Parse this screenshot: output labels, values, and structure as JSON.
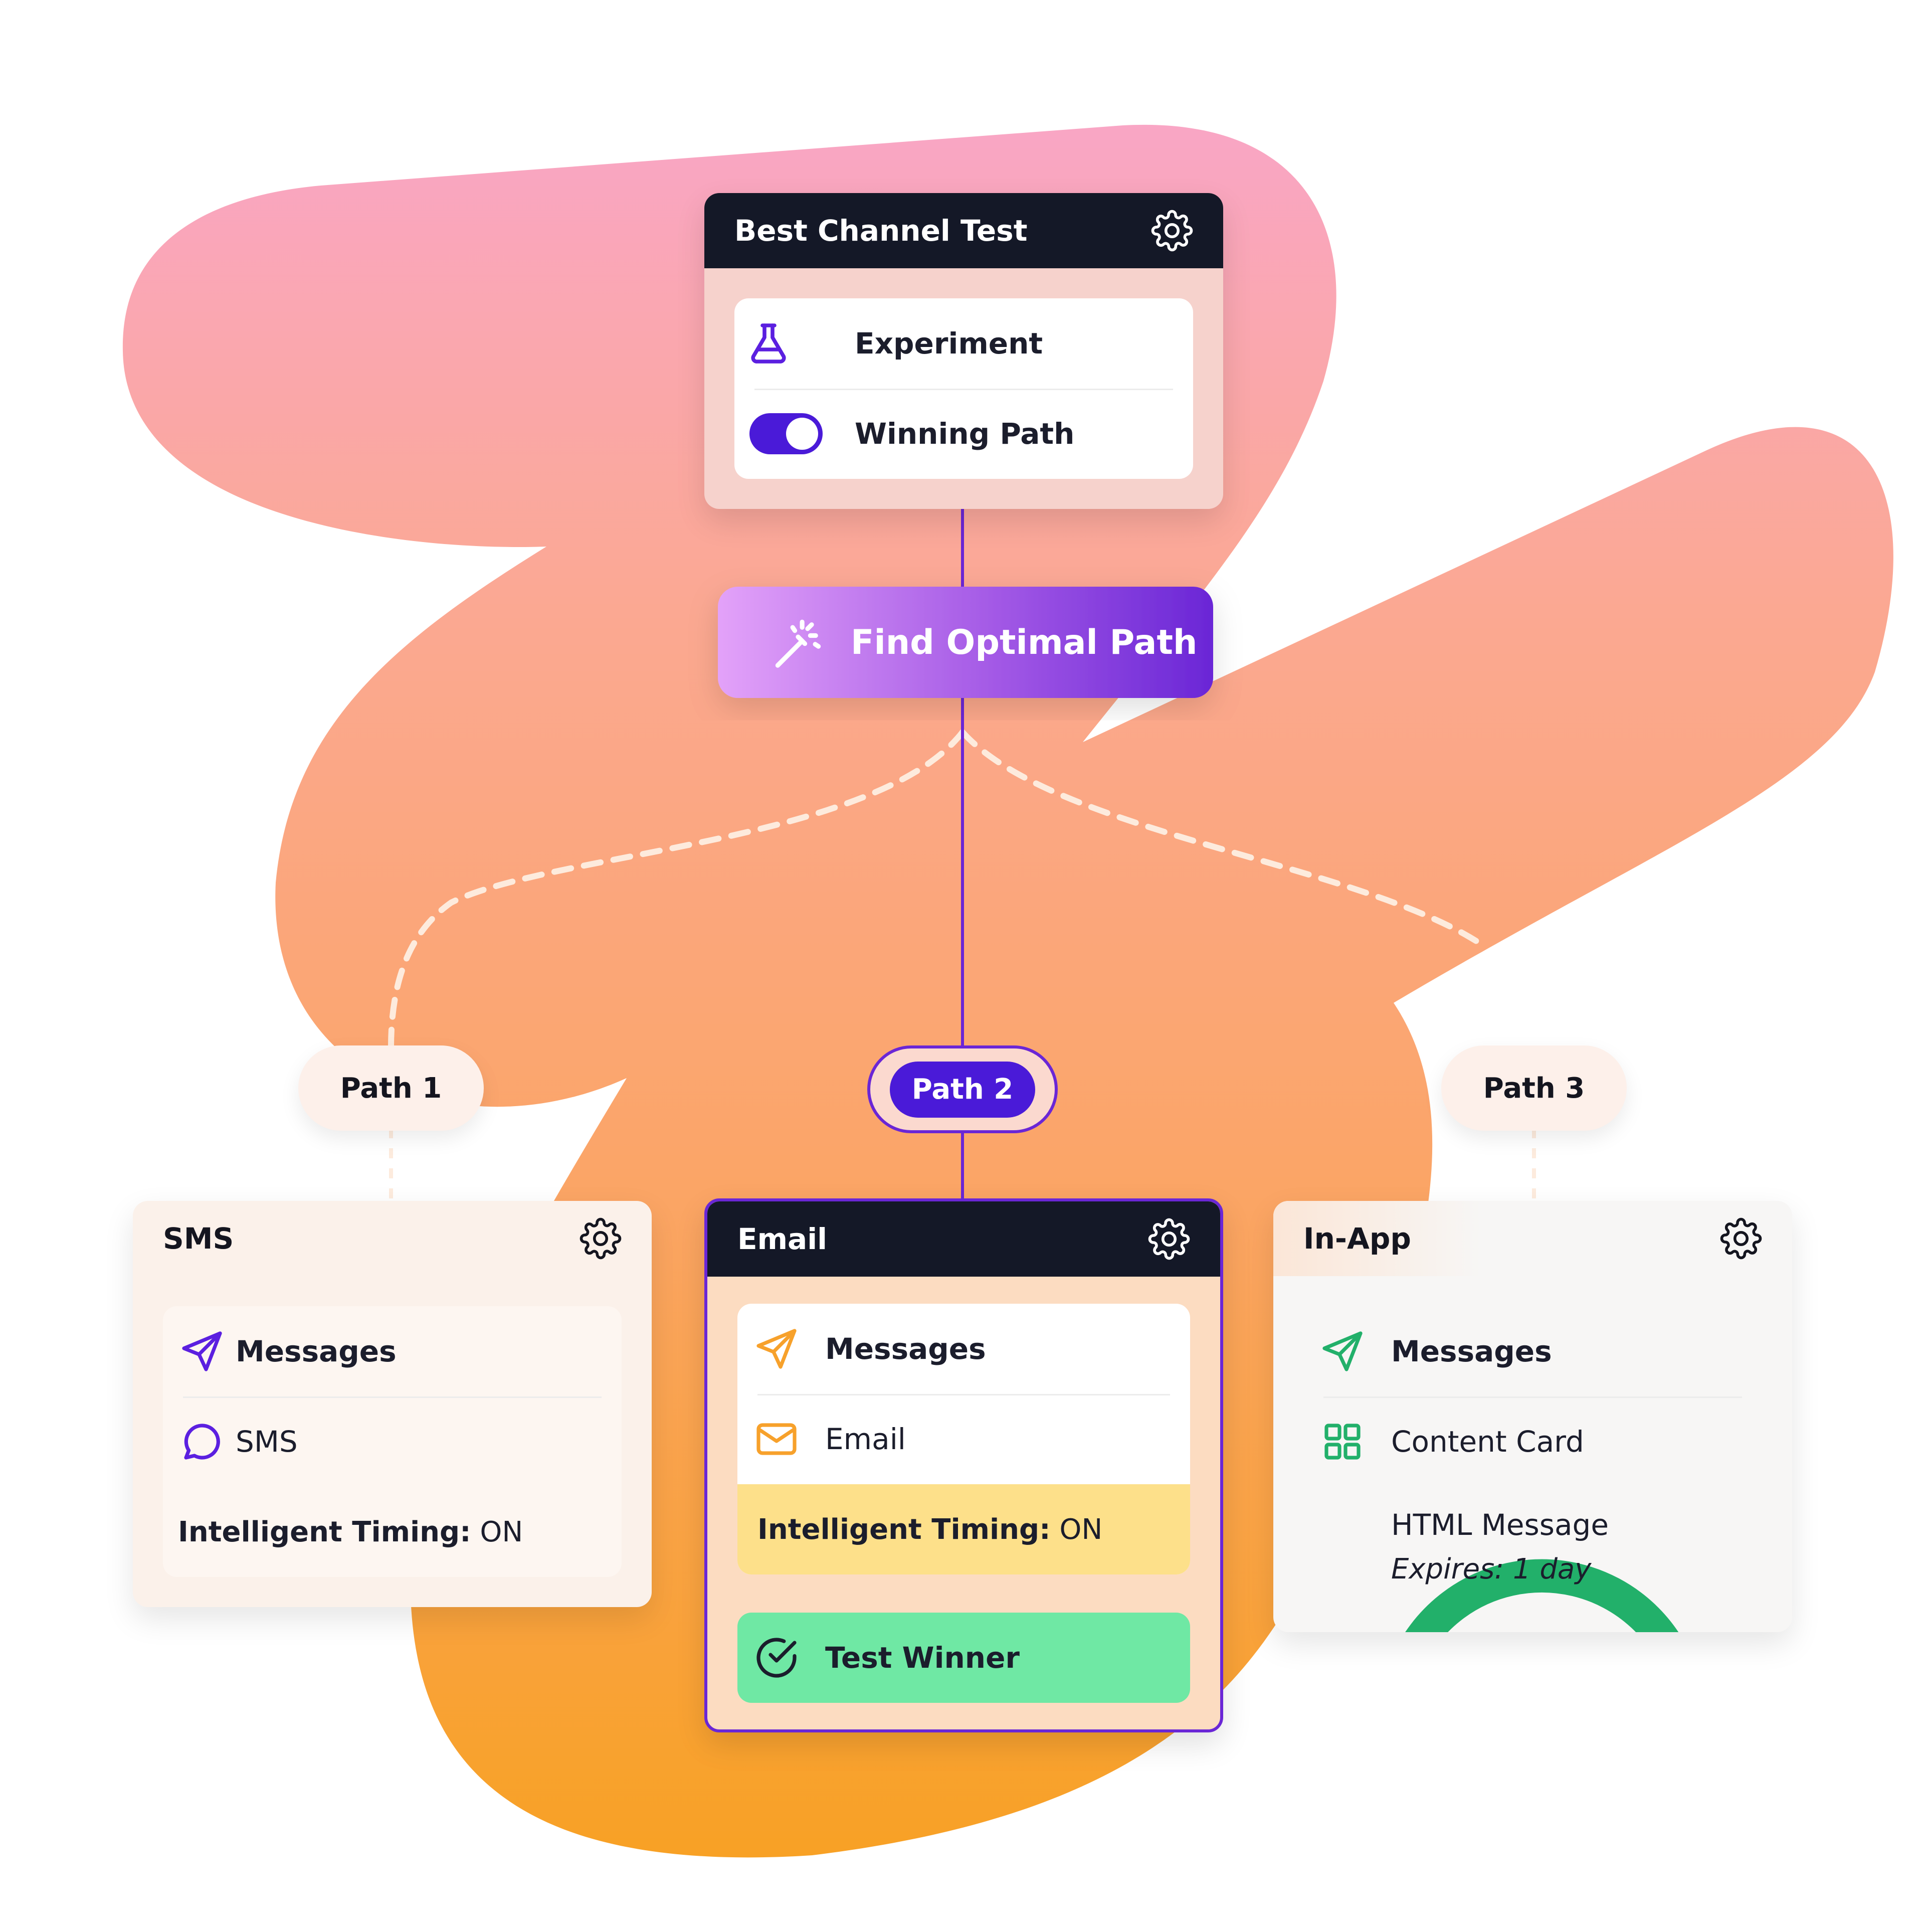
{
  "top_card": {
    "title": "Best Channel Test",
    "experiment_label": "Experiment",
    "winning_path_label": "Winning Path",
    "winning_path_on": true
  },
  "find_button": {
    "label": "Find Optimal Path"
  },
  "paths": {
    "path1": "Path 1",
    "path2": "Path 2",
    "path3": "Path 3"
  },
  "sms_card": {
    "title": "SMS",
    "messages_label": "Messages",
    "channel_label": "SMS",
    "timing_label": "Intelligent Timing:",
    "timing_value": "ON"
  },
  "email_card": {
    "title": "Email",
    "messages_label": "Messages",
    "channel_label": "Email",
    "timing_label": "Intelligent Timing:",
    "timing_value": "ON",
    "winner_label": "Test Winner"
  },
  "inapp_card": {
    "title": "In-App",
    "messages_label": "Messages",
    "content_card_label": "Content Card",
    "html_label": "HTML Message",
    "expires_label": "Expires: 1 day"
  },
  "colors": {
    "accent_purple": "#5b1fe0",
    "header_dark": "#141827",
    "winner_green": "#6fe8a4",
    "timing_yellow": "#fde08a",
    "icon_orange": "#f7a12b",
    "icon_green": "#22b06a"
  }
}
